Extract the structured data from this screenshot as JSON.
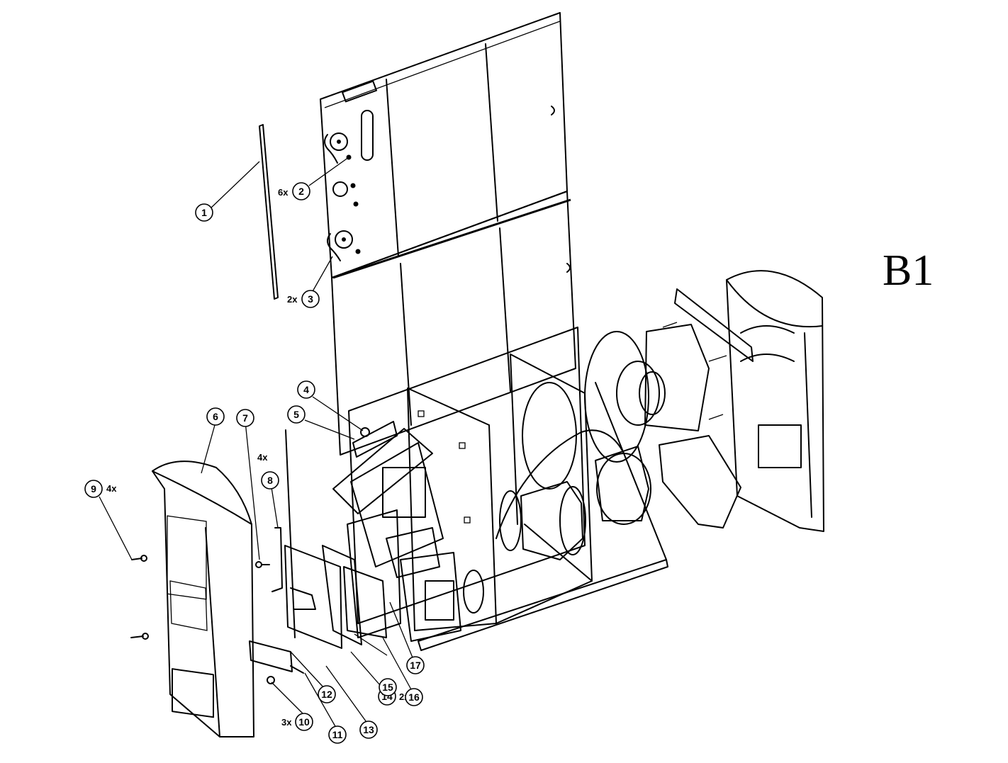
{
  "sheet_label": "B1",
  "callouts": [
    {
      "num": "1",
      "qty": ""
    },
    {
      "num": "2",
      "qty": "6x"
    },
    {
      "num": "3",
      "qty": "2x"
    },
    {
      "num": "4",
      "qty": ""
    },
    {
      "num": "5",
      "qty": ""
    },
    {
      "num": "6",
      "qty": ""
    },
    {
      "num": "7",
      "qty": "4x"
    },
    {
      "num": "8",
      "qty": ""
    },
    {
      "num": "9",
      "qty": "4x"
    },
    {
      "num": "10",
      "qty": "3x"
    },
    {
      "num": "11",
      "qty": ""
    },
    {
      "num": "12",
      "qty": ""
    },
    {
      "num": "13",
      "qty": ""
    },
    {
      "num": "14",
      "qty": "2x"
    },
    {
      "num": "15",
      "qty": ""
    },
    {
      "num": "16",
      "qty": ""
    },
    {
      "num": "17",
      "qty": ""
    }
  ]
}
